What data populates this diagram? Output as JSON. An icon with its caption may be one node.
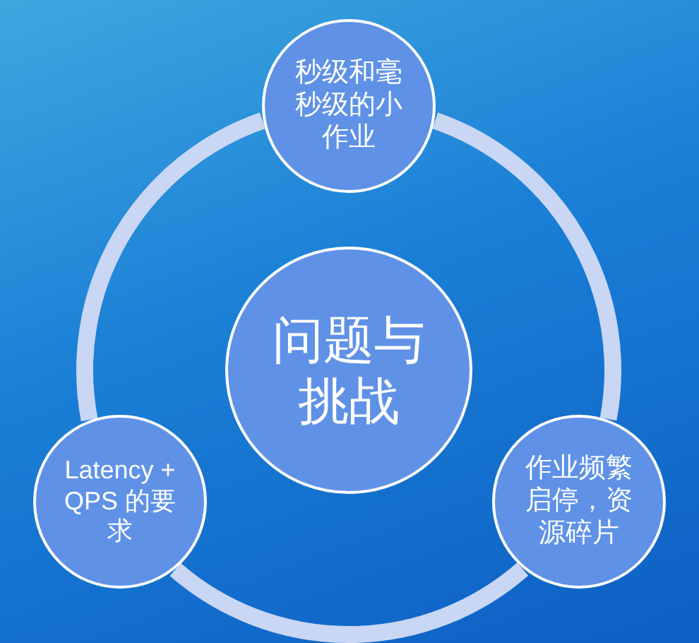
{
  "diagram": {
    "nodes": [
      {
        "text": [
          "秒级和毫秒级的小作业"
        ]
      },
      {
        "text": [
          "问题与挑战"
        ]
      },
      {
        "text": [
          "Latency + QPS 的要求"
        ]
      },
      {
        "text": [
          "作业频繁启停，资源碎片"
        ]
      }
    ],
    "edges": [
      {
        "from": 0,
        "to": 3,
        "arrow": "none"
      },
      {
        "from": 3,
        "to": 2,
        "arrow": "none"
      },
      {
        "from": 2,
        "to": 0,
        "arrow": "none"
      }
    ]
  }
}
